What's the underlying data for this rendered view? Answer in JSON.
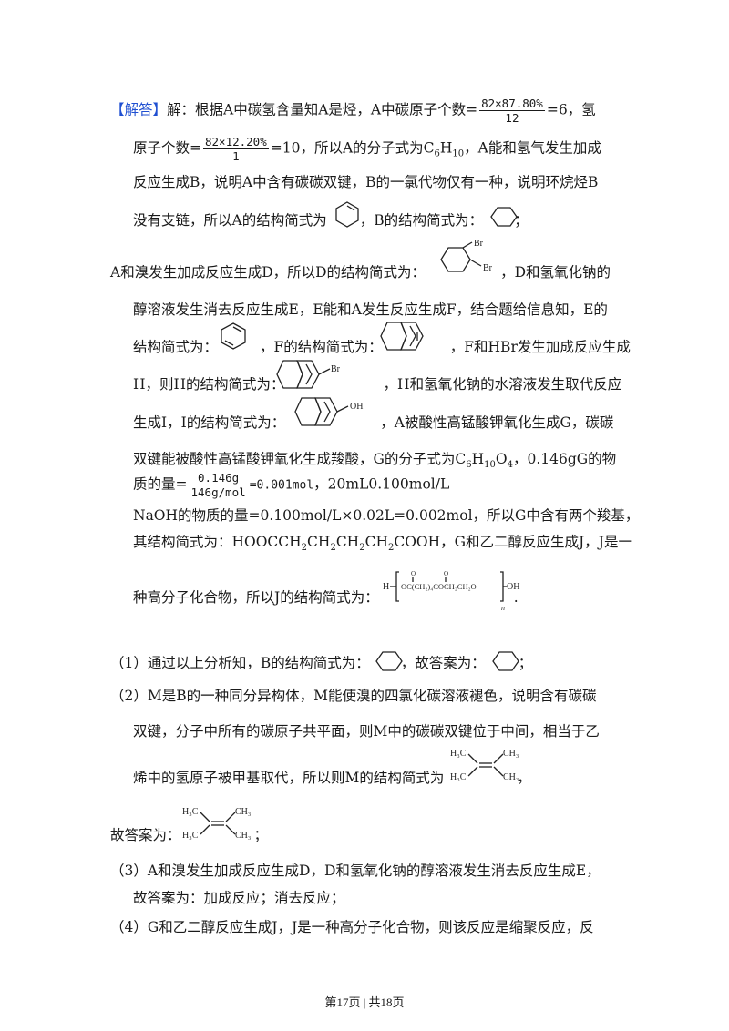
{
  "analysis": {
    "tag": "【解答】",
    "l1a": "解：根据A中碳氢含量知A是烃，A中碳原子个数=",
    "f1_num": "82×87.80%",
    "f1_den": "12",
    "l1b": "=6，氢",
    "l2a": "原子个数=",
    "f2_num": "82×12.20%",
    "f2_den": "1",
    "l2b": "=10，所以A的分子式为C",
    "l2c": "6",
    "l2d": "H",
    "l2e": "10",
    "l2f": "，A能和氢气发生加成",
    "l3": "反应生成B，说明A中含有碳碳双键，B的一氯代物仅有一种，说明环烷烃B",
    "l4a": "没有支链，所以A的结构简式为",
    "l4b": "，B的结构简式为：",
    "l4c": "；",
    "l5a": "A和溴发生加成反应生成D，所以D的结构简式为：",
    "l5b": "，D和氢氧化钠的",
    "l6": "醇溶液发生消去反应生成E，E能和A发生反应生成F，结合题给信息知，E的",
    "l7a": "结构简式为：",
    "l7b": "，F的结构简式为：",
    "l7c": "，F和HBr发生加成反应生成",
    "l8a": "H，则H的结构简式为：",
    "l8b": "，H和氢氧化钠的水溶液发生取代反应",
    "l9a": "生成I，I的结构简式为：",
    "l9b": "，A被酸性高锰酸钾氧化生成G，碳碳",
    "l10a": "双键能被酸性高锰酸钾氧化生成羧酸，G的分子式为C",
    "l10b": "6",
    "l10c": "H",
    "l10d": "10",
    "l10e": "O",
    "l10f": "4",
    "l10g": "，0.146gG的物",
    "l11a": "质的量=",
    "f3_num": "0.146g",
    "f3_den": "146g/mol",
    "l11b": "=0.001mol",
    "l11c": "，20mL0.100mol/L",
    "l12": "NaOH的物质的量=0.100mol/L×0.02L=0.002mol，所以G中含有两个羧基，",
    "l13a": "其结构简式为：HOOCCH",
    "l13b": "2",
    "l13c": "CH",
    "l13d": "2",
    "l13e": "CH",
    "l13f": "2",
    "l13g": "CH",
    "l13h": "2",
    "l13i": "COOH，G和乙二醇反应生成J，J是一",
    "l14a": "种高分子化合物，所以J的结构简式为：",
    "l14b": "."
  },
  "labels": {
    "br": "Br",
    "oh": "OH",
    "h": "H",
    "n": "n",
    "o": "O",
    "poly_mid": "OC(CH₂)₄COCH₂CH₂O",
    "h3c": "H₃C",
    "ch3": "CH₃"
  },
  "answers": {
    "q1a": "（1）通过以上分析知，B的结构简式为：",
    "q1b": "，故答案为：",
    "q1c": "；",
    "q2a": "（2）M是B的一种同分异构体，M能使溴的四氯化碳溶液褪色，说明含有碳碳",
    "q2b": "双键，分子中所有的碳原子共平面，则M中的碳碳双键位于中间，相当于乙",
    "q2c": "烯中的氢原子被甲基取代，所以则M的结构简式为",
    "q2d": "，",
    "q2e": "故答案为：",
    "q2f": "；",
    "q3a": "（3）A和溴发生加成反应生成D，D和氢氧化钠的醇溶液发生消去反应生成E，",
    "q3b": "故答案为：加成反应；消去反应；",
    "q4": "（4）G和乙二醇反应生成J，J是一种高分子化合物，则该反应是缩聚反应，反"
  },
  "footer": "第17页 | 共18页"
}
